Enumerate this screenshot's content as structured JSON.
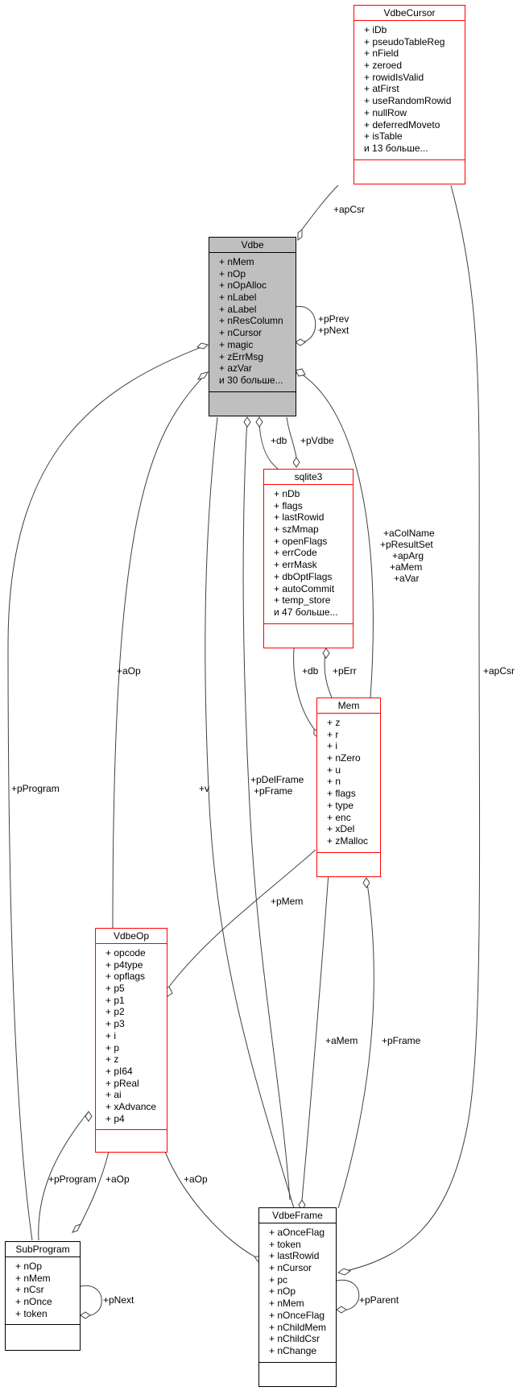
{
  "classes": {
    "vdbecursor": {
      "name": "VdbeCursor",
      "fields": [
        "+ iDb",
        "+ pseudoTableReg",
        "+ nField",
        "+ zeroed",
        "+ rowidIsValid",
        "+ atFirst",
        "+ useRandomRowid",
        "+ nullRow",
        "+ deferredMoveto",
        "+ isTable",
        "и 13 больше..."
      ]
    },
    "vdbe": {
      "name": "Vdbe",
      "fields": [
        "+ nMem",
        "+ nOp",
        "+ nOpAlloc",
        "+ nLabel",
        "+ aLabel",
        "+ nResColumn",
        "+ nCursor",
        "+ magic",
        "+ zErrMsg",
        "+ azVar",
        "и 30 больше..."
      ]
    },
    "sqlite3": {
      "name": "sqlite3",
      "fields": [
        "+ nDb",
        "+ flags",
        "+ lastRowid",
        "+ szMmap",
        "+ openFlags",
        "+ errCode",
        "+ errMask",
        "+ dbOptFlags",
        "+ autoCommit",
        "+ temp_store",
        "и 47 больше..."
      ]
    },
    "mem": {
      "name": "Mem",
      "fields": [
        "+ z",
        "+ r",
        "+ i",
        "+ nZero",
        "+ u",
        "+ n",
        "+ flags",
        "+ type",
        "+ enc",
        "+ xDel",
        "+ zMalloc"
      ]
    },
    "vdbeop": {
      "name": "VdbeOp",
      "fields": [
        "+ opcode",
        "+ p4type",
        "+ opflags",
        "+ p5",
        "+ p1",
        "+ p2",
        "+ p3",
        "+ i",
        "+ p",
        "+ z",
        "+ pI64",
        "+ pReal",
        "+ ai",
        "+ xAdvance",
        "+ p4"
      ]
    },
    "subprogram": {
      "name": "SubProgram",
      "fields": [
        "+ nOp",
        "+ nMem",
        "+ nCsr",
        "+ nOnce",
        "+ token"
      ]
    },
    "vdbeframe": {
      "name": "VdbeFrame",
      "fields": [
        "+ aOnceFlag",
        "+ token",
        "+ lastRowid",
        "+ nCursor",
        "+ pc",
        "+ nOp",
        "+ nMem",
        "+ nOnceFlag",
        "+ nChildMem",
        "+ nChildCsr",
        "+ nChange"
      ]
    }
  },
  "labels": {
    "apcsr_top": "+apCsr",
    "pprev": "+pPrev",
    "pnext_vdbe": "+pNext",
    "db1": "+db",
    "pvdbe": "+pVdbe",
    "mem_refs_1": "+aColName",
    "mem_refs_2": "+pResultSet",
    "mem_refs_3": "+apArg",
    "mem_refs_4": "+aMem",
    "mem_refs_5": "+aVar",
    "aop_left": "+aOp",
    "apcsr_right": "+apCsr",
    "db2": "+db",
    "perr": "+pErr",
    "pprogram_left": "+pProgram",
    "v": "+v",
    "pdelframe": "+pDelFrame",
    "pframe_vdbe": "+pFrame",
    "pmem": "+pMem",
    "amem": "+aMem",
    "pframe_mem": "+pFrame",
    "pprogram_sub": "+pProgram",
    "aop_sub": "+aOp",
    "aop_frame": "+aOp",
    "pnext_sub": "+pNext",
    "pparent": "+pParent"
  }
}
